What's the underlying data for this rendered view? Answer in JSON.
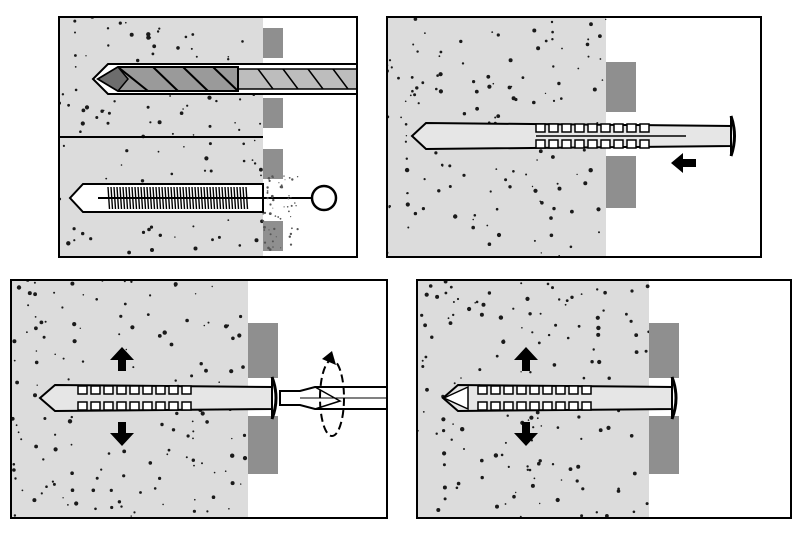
{
  "colors": {
    "concrete": "#dcdcdc",
    "speckle": "#1a1a1a",
    "plaster": "#8f8f8f",
    "outline": "#000000",
    "dowel": "#e6e6e6",
    "background": "#ffffff",
    "dust": "#555555"
  },
  "panels": [
    {
      "step": 1,
      "action": "drill-and-clean-hole",
      "icons": [
        "drill-bit-icon",
        "cleaning-brush-icon",
        "dust-icon"
      ]
    },
    {
      "step": 2,
      "action": "insert-dowel",
      "icons": [
        "insert-arrow-icon"
      ]
    },
    {
      "step": 3,
      "action": "screw-in-and-expand",
      "icons": [
        "expansion-arrow-up-icon",
        "expansion-arrow-down-icon",
        "rotation-arrow-icon",
        "screwdriver-icon"
      ]
    },
    {
      "step": 4,
      "action": "anchored",
      "icons": [
        "expansion-arrow-up-icon",
        "expansion-arrow-down-icon"
      ]
    }
  ]
}
